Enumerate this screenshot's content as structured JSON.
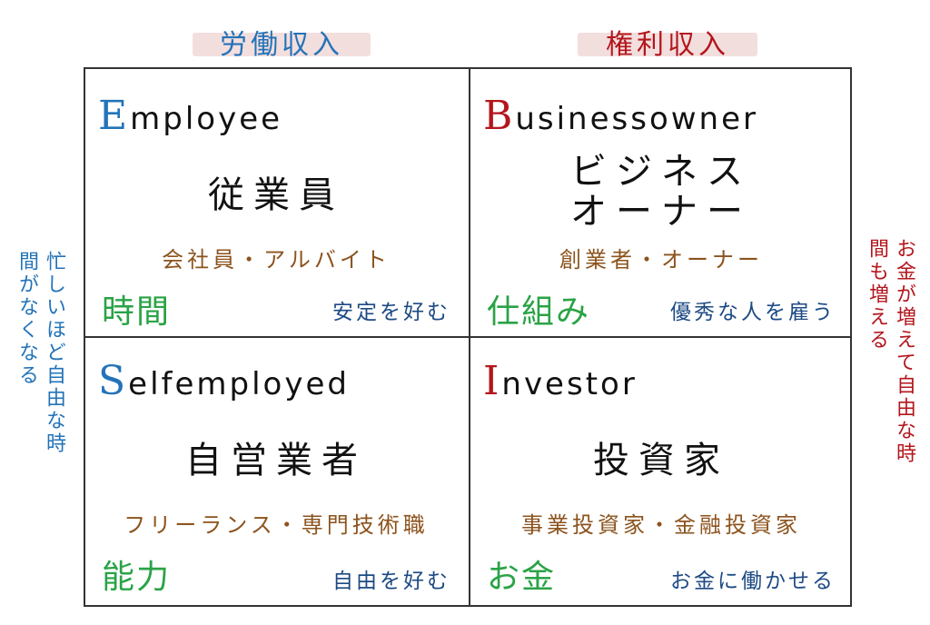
{
  "headers": {
    "left": "労働収入",
    "right": "権利収入"
  },
  "side_notes": {
    "left": "忙しいほど自由な時間がなくなる",
    "right": "お金が増えて自由な時間も増える"
  },
  "quadrants": [
    {
      "id": "employee",
      "en_initial": "E",
      "en_rest": "mployee",
      "initial_color": "#2373b8",
      "jp_line1": "従業員",
      "jp_line2": "",
      "examples": "会社員・アルバイト",
      "keyword": "時間",
      "preference": "安定を好む"
    },
    {
      "id": "business-owner",
      "en_initial": "B",
      "en_rest": "usinessowner",
      "initial_color": "#b3161c",
      "jp_line1": "ビジネス",
      "jp_line2": "オーナー",
      "examples": "創業者・オーナー",
      "keyword": "仕組み",
      "preference": "優秀な人を雇う"
    },
    {
      "id": "self-employed",
      "en_initial": "S",
      "en_rest": "elfemployed",
      "initial_color": "#2373b8",
      "jp_line1": "自営業者",
      "jp_line2": "",
      "examples": "フリーランス・専門技術職",
      "keyword": "能力",
      "preference": "自由を好む"
    },
    {
      "id": "investor",
      "en_initial": "I",
      "en_rest": "nvestor",
      "initial_color": "#b3161c",
      "jp_line1": "投資家",
      "jp_line2": "",
      "examples": "事業投資家・金融投資家",
      "keyword": "お金",
      "preference": "お金に働かせる"
    }
  ],
  "colors": {
    "left_accent": "#2373b8",
    "right_accent": "#b3161c",
    "keyword": "#2aa346",
    "examples": "#8c531d",
    "preference": "#1d4a84"
  }
}
